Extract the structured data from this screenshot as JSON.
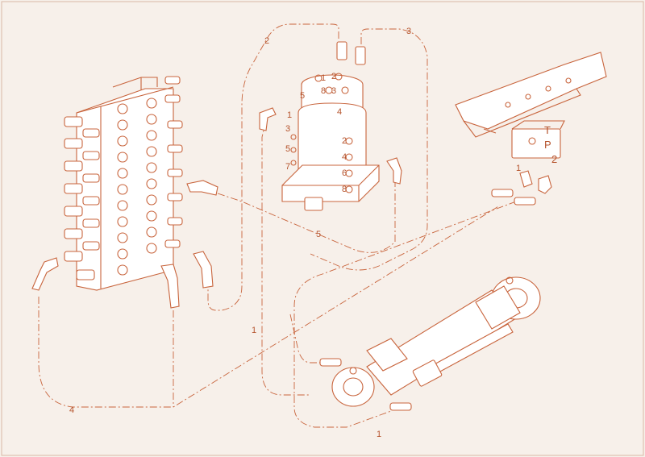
{
  "diagram": {
    "hose_labels": [
      "1",
      "1",
      "2",
      "3",
      "4",
      "5"
    ],
    "swivel_port_labels": [
      "1",
      "2",
      "8",
      "3",
      "4",
      "5",
      "1",
      "3",
      "5",
      "2",
      "4",
      "6",
      "8",
      "7"
    ],
    "pedal_valve_ports": [
      "T",
      "P",
      "1",
      "2"
    ],
    "colors": {
      "line": "#c8643c",
      "background": "#f7f0ea"
    }
  }
}
